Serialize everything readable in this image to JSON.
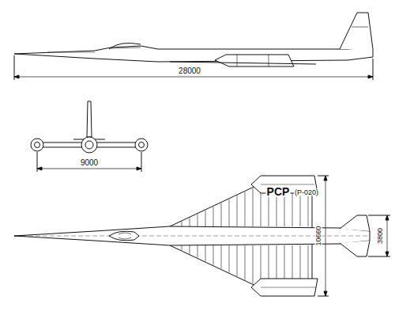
{
  "diagram": {
    "labels": [
      "28000",
      "9000",
      "PCP",
      "(P-020)",
      "10660",
      "3800"
    ]
  }
}
